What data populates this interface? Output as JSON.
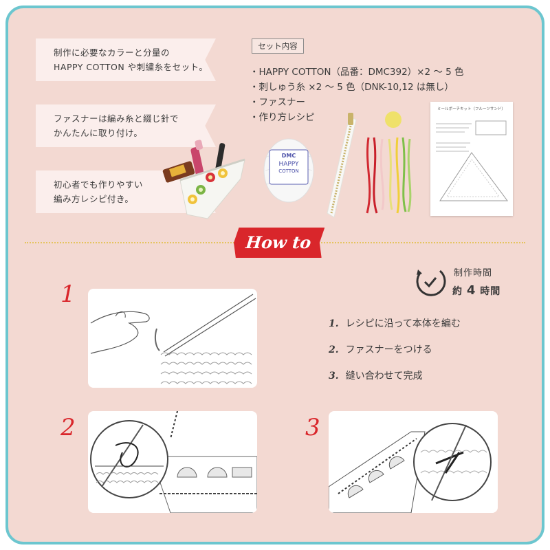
{
  "features": [
    {
      "line1": "制作に必要なカラーと分量の",
      "line2": "HAPPY COTTON や刺繍糸をセット。"
    },
    {
      "line1": "ファスナーは編み糸と綴じ針で",
      "line2": "かんたんに取り付け。"
    },
    {
      "line1": "初心者でも作りやすい",
      "line2": "編み方レシピ付き。"
    }
  ],
  "set": {
    "title": "セット内容",
    "items": [
      "・HAPPY COTTON（品番：DMC392）×2 ～ 5 色",
      "・刺しゅう糸 ×2 ～ 5 色（DNK-10,12 は無し）",
      "・ファスナー",
      "・作り方レシピ"
    ],
    "yarn_label": {
      "brand": "DMC",
      "name1": "HAPPY",
      "name2": "COTTON"
    },
    "recipe_title": "ミールポーチキット（フルーツサンド）"
  },
  "howto": {
    "label": "How to"
  },
  "time": {
    "label": "制作時間",
    "approx": "約",
    "value": "4",
    "unit": "時間"
  },
  "steps": [
    {
      "num": "1.",
      "text": "レシピに沿って本体を編む"
    },
    {
      "num": "2.",
      "text": "ファスナーをつける"
    },
    {
      "num": "3.",
      "text": "縫い合わせて完成"
    }
  ],
  "step_numbers": [
    "1",
    "2",
    "3"
  ],
  "colors": {
    "frame": "#6cc6cf",
    "background": "#f3d9d2",
    "accent": "#d9262b",
    "banner": "#fbeeec"
  }
}
